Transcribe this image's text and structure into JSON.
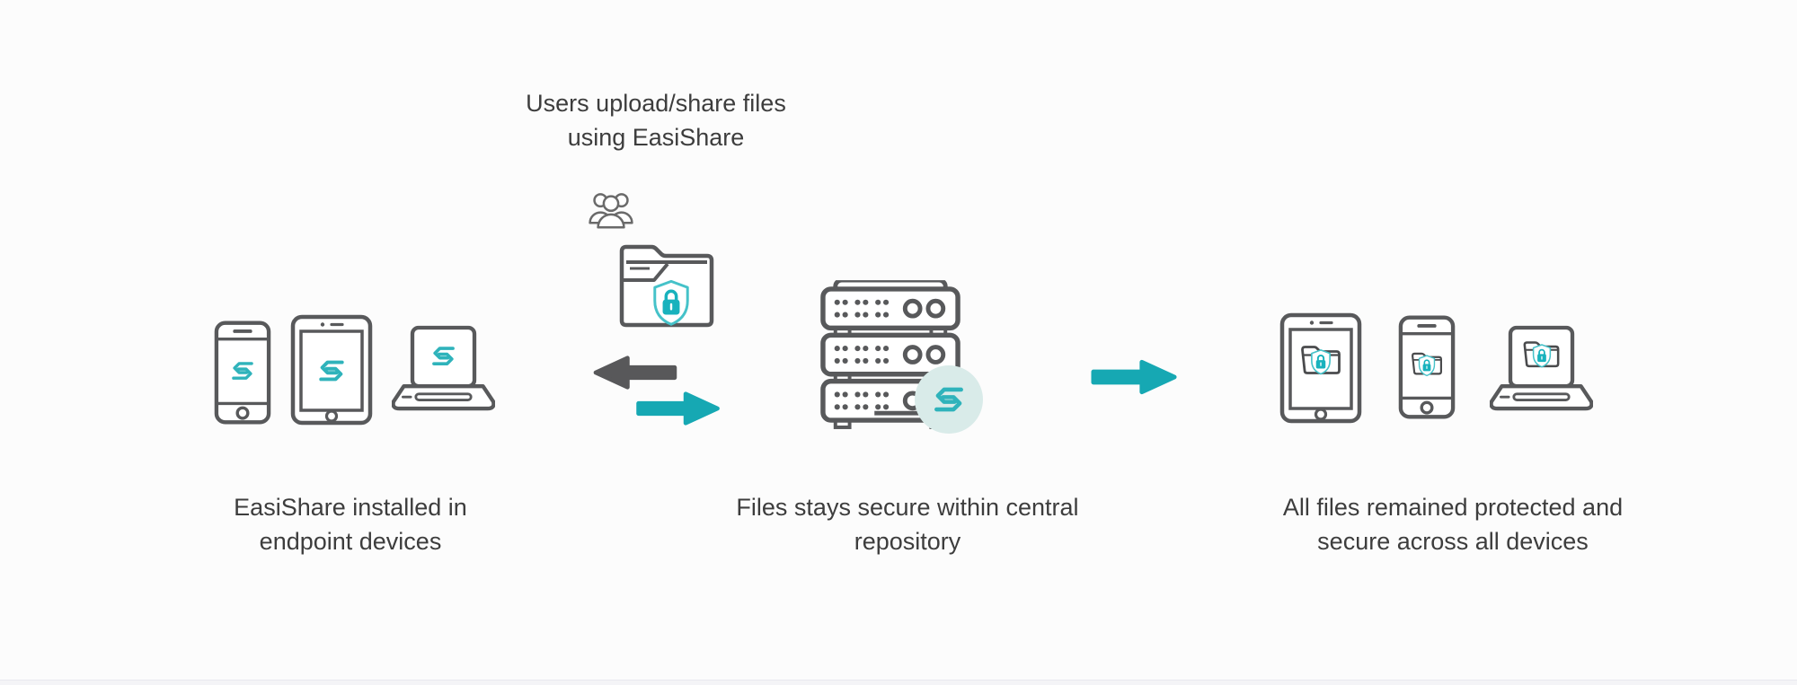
{
  "page": {
    "background": "#fcfcfc",
    "bottom_bar_color": "#f4f4f7"
  },
  "colors": {
    "accent_teal": "#16a8b3",
    "logo_teal": "#2fb3bb",
    "shield_teal": "#45c2c9",
    "lock_teal": "#18b2bd",
    "arrow_gray": "#58585a",
    "outline_gray": "#58595b",
    "badge_bg": "#d9ebe9",
    "text_color": "#3d3d3d"
  },
  "captions": {
    "upload": "Users upload/share files\nusing EasiShare",
    "endpoints": "EasiShare installed in\nendpoint devices",
    "repository": "Files stays secure within central\nrepository",
    "protected": "All files remained protected and\nsecure across all devices"
  },
  "icons": {
    "left_devices": [
      "phone-easishare-icon",
      "tablet-easishare-icon",
      "laptop-easishare-icon"
    ],
    "middle": [
      "users-group-icon",
      "secure-folder-icon",
      "arrow-left-icon",
      "arrow-right-icon"
    ],
    "server": "server-rack-icon",
    "server_badge": "easishare-logo-badge",
    "flow": "flow-arrow-icon",
    "right_devices": [
      "tablet-secure-folder-icon",
      "phone-secure-folder-icon",
      "laptop-secure-folder-icon"
    ]
  }
}
